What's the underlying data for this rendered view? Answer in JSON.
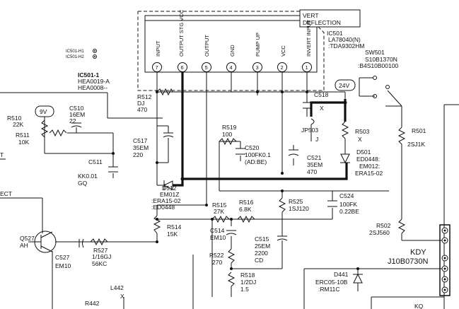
{
  "ic": {
    "vert_label_1": "VERT",
    "vert_label_2": "DEFLECTION",
    "ref": "IC501",
    "part_1": "LA78040(N)",
    "part_2": ":TDA9302HM",
    "pins": [
      {
        "name": "INPUT",
        "num": "7"
      },
      {
        "name": "OUTPUT STG VCC",
        "num": "6"
      },
      {
        "name": "OUTPUT",
        "num": "5"
      },
      {
        "name": "GND",
        "num": "4"
      },
      {
        "name": "PUMP UP",
        "num": "3"
      },
      {
        "name": "VCC",
        "num": "2"
      },
      {
        "name": "INVERT INPUT",
        "num": "1"
      }
    ]
  },
  "jumpers": {
    "h1": "IC501-H1",
    "h2": "IC501-H2"
  },
  "heatsink": {
    "ref": "IC501-1",
    "p1": "HEA0019-A",
    "p2": "HEA0008--"
  },
  "switch": {
    "ref": "SW501",
    "p1": "S10B1370N",
    "p2": ":B4S10B00100"
  },
  "components": {
    "r512": {
      "ref": "R512",
      "v1": "DJ",
      "v2": "470"
    },
    "c518": {
      "ref": "C518",
      "v1": "X"
    },
    "v24": "24V",
    "v9": "9V",
    "r510": {
      "ref": "R510",
      "v1": "22K"
    },
    "r511": {
      "ref": "R511",
      "v1": "10K"
    },
    "c510": {
      "ref": "C510",
      "v1": "16EM",
      "v2": "22"
    },
    "c511": {
      "ref": "C511",
      "v1": "KK0.01",
      "v2": "GQ"
    },
    "c517": {
      "ref": "C517",
      "v1": "35EM",
      "v2": "220"
    },
    "r519": {
      "ref": "R519",
      "v1": "100"
    },
    "c520": {
      "ref": "C520",
      "v1": "100FK0.1",
      "v2": "(AD:BE)"
    },
    "c521": {
      "ref": "C521",
      "v1": "35EM",
      "v2": "470"
    },
    "jp503": {
      "ref": "JP503",
      "v1": "J"
    },
    "r503": {
      "ref": "R503",
      "v1": "X"
    },
    "r501": {
      "ref": "R501",
      "v1": "2SJ1K"
    },
    "d501": {
      "ref": "D501",
      "v1": "ED0448:",
      "v2": "EM012:",
      "v3": "ERA15-02"
    },
    "d512": {
      "ref": "D512",
      "v1": "EM01Z",
      "v2": ":ERA15-02",
      "v3": ":ED0448"
    },
    "r515": {
      "ref": "R515",
      "v1": "27K"
    },
    "r516": {
      "ref": "R516",
      "v1": "6.8K"
    },
    "r525": {
      "ref": "R525",
      "v1": "1SJ120"
    },
    "c524": {
      "ref": "C524",
      "v1": "100FK",
      "v2": "0.22BE"
    },
    "r514": {
      "ref": "R514",
      "v1": "15K"
    },
    "c514": {
      "ref": "C514",
      "v1": "EM10"
    },
    "c515": {
      "ref": "C515",
      "v1": "25EM",
      "v2": "2200",
      "v3": "CD"
    },
    "r502": {
      "ref": "R502",
      "v1": "2SJ560"
    },
    "q527": {
      "ref": "Q527",
      "v1": "AH"
    },
    "c527": {
      "ref": "C527",
      "v1": "EM10"
    },
    "r527": {
      "ref": "R527",
      "v1": "1/16GJ",
      "v2": "56KC"
    },
    "r522": {
      "ref": "R522",
      "v1": "270"
    },
    "r518": {
      "ref": "R518",
      "v1": "1/2DJ",
      "v2": "1.5"
    },
    "kdy": {
      "ref": "KDY",
      "v1": "J10B0730N"
    },
    "d441": {
      "ref": "D441",
      "v1": "ERC05-10B",
      "v2": ":RM11C"
    },
    "l442": {
      "ref": "L442",
      "v1": "X"
    },
    "r442": "R442",
    "frag_ect": "ECT",
    "frag_t": "T",
    "frag_kq": "KQ"
  }
}
